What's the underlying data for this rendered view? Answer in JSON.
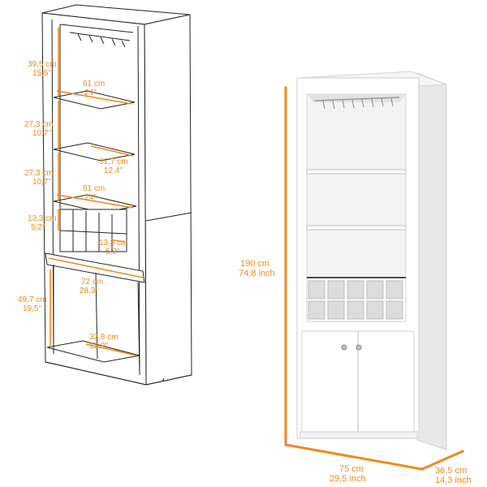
{
  "colors": {
    "accent": "#f08a1c",
    "line": "#222222",
    "cabinet_fill": "#ffffff",
    "cabinet_inner": "#f2f2f2",
    "cabinet_shade": "#e4e4e4",
    "cell_dark": "#4a4a4a"
  },
  "left_diagram": {
    "dimensions": [
      {
        "cm": "39,5 cm",
        "inch": "15,5\""
      },
      {
        "cm": "61 cm",
        "inch": "24\""
      },
      {
        "cm": "27,3 cm",
        "inch": "10,7\""
      },
      {
        "cm": "31,7 cm",
        "inch": "12,4\""
      },
      {
        "cm": "27,3 cm",
        "inch": "10,7\""
      },
      {
        "cm": "61 cm",
        "inch": "24\""
      },
      {
        "cm": "13,3 cm",
        "inch": "5,2\""
      },
      {
        "cm": "13,3 cm",
        "inch": "5,2\""
      },
      {
        "cm": "72 cm",
        "inch": "28,3\""
      },
      {
        "cm": "49,7 cm",
        "inch": "19,5\""
      },
      {
        "cm": "32,8 cm",
        "inch": "12,9\""
      }
    ]
  },
  "right_diagram": {
    "height": {
      "cm": "190 cm",
      "inch": "74,8 inch"
    },
    "width": {
      "cm": "75 cm",
      "inch": "29,5 inch"
    },
    "depth": {
      "cm": "36,5 cm",
      "inch": "14,3 inch"
    }
  }
}
